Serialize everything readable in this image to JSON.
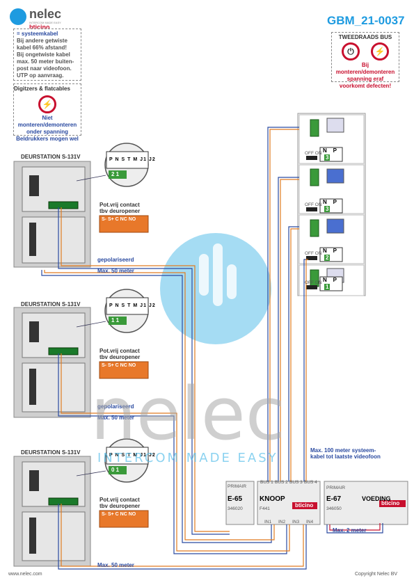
{
  "header": {
    "brand": "nelec",
    "brand_sub": "INTERCOM MADE EASY",
    "partner": "bticino",
    "doc_code": "GBM_21-0037"
  },
  "notes": {
    "cable_legend": "= systeemkabel",
    "cable_text": [
      "Bij andere getwiste",
      "kabel 66% afstand!",
      "Bij ongetwiste kabel",
      "max. 50 meter buiten-",
      "post naar videofoon.",
      "UTP op aanvraag."
    ],
    "digitizer_title": "Digitzers & flatcables",
    "digitizer_text": [
      "Niet monteren/demonteren",
      "onder spanning",
      "Beldrukkers mogen wel"
    ],
    "bus_title": "TWEEDRAADS BUS",
    "bus_text": [
      "Bij monteren/demonteren",
      "spanning eraf",
      "voorkomt defecten!"
    ]
  },
  "stations": [
    {
      "title": "DEURSTATION S-131V",
      "dip": [
        "P",
        "N",
        "S",
        "T",
        "M",
        "J1",
        "J2"
      ],
      "code": "2 1",
      "contact": [
        "Pot.vrij contact",
        "tbv deuropener"
      ],
      "terminals": "S- S+ C NC NO",
      "pol": "gepolariseerd",
      "dist": "Max. 50 meter"
    },
    {
      "title": "DEURSTATION S-131V",
      "dip": [
        "P",
        "N",
        "S",
        "T",
        "M",
        "J1",
        "J2"
      ],
      "code": "1 1",
      "contact": [
        "Pot.vrij contact",
        "tbv deuropener"
      ],
      "terminals": "S- S+ C NC NO",
      "pol": "gepolariseerd",
      "dist": "Max. 50 meter"
    },
    {
      "title": "DEURSTATION S-131V",
      "dip": [
        "P",
        "N",
        "S",
        "T",
        "M",
        "J1",
        "J2"
      ],
      "code": "0 1",
      "contact": [
        "Pot.vrij contact",
        "tbv deuropener"
      ],
      "terminals": "S- S+ C NC NO",
      "pol": "",
      "dist": "Max. 50 meter"
    }
  ],
  "monitors": [
    {
      "np": [
        "N",
        "P"
      ],
      "code": "3",
      "off": "OFF ON"
    },
    {
      "np": [
        "N",
        "P"
      ],
      "code": "3",
      "off": "OFF ON"
    },
    {
      "np": [
        "N",
        "P"
      ],
      "code": "2",
      "off": "OFF ON"
    },
    {
      "np": [
        "N",
        "P"
      ],
      "code": "1",
      "off": "OFF ON"
    }
  ],
  "devices": {
    "e65": {
      "label": "E-65",
      "sub": "PRIMAIR",
      "art": "346020"
    },
    "knoop": {
      "label": "KNOOP",
      "art": "F441",
      "brand": "bticino",
      "ports": [
        "BUS 1",
        "BUS 2",
        "BUS 3",
        "BUS 4"
      ],
      "ins": [
        "IN1",
        "IN2",
        "IN3",
        "IN4"
      ]
    },
    "e67": {
      "label": "E-67",
      "sub": "PRIMAIR",
      "title": "VOEDING",
      "art": "346050",
      "brand": "bticino"
    }
  },
  "labels": {
    "max100": [
      "Max. 100 meter systeem-",
      "kabel tot laatste videofoon"
    ],
    "max2": "Max. 2 meter"
  },
  "footer": {
    "left": "www.nelec.com",
    "right": "Copyright Nelec BV"
  },
  "watermark": {
    "word": "nelec",
    "tag": "INTERCOM MADE EASY"
  },
  "colors": {
    "accent": "#1e9be0",
    "wire_blue": "#2a4aa0",
    "wire_red": "#c8102e",
    "wire_orange": "#e07b20",
    "terminal": "#e8782a"
  }
}
